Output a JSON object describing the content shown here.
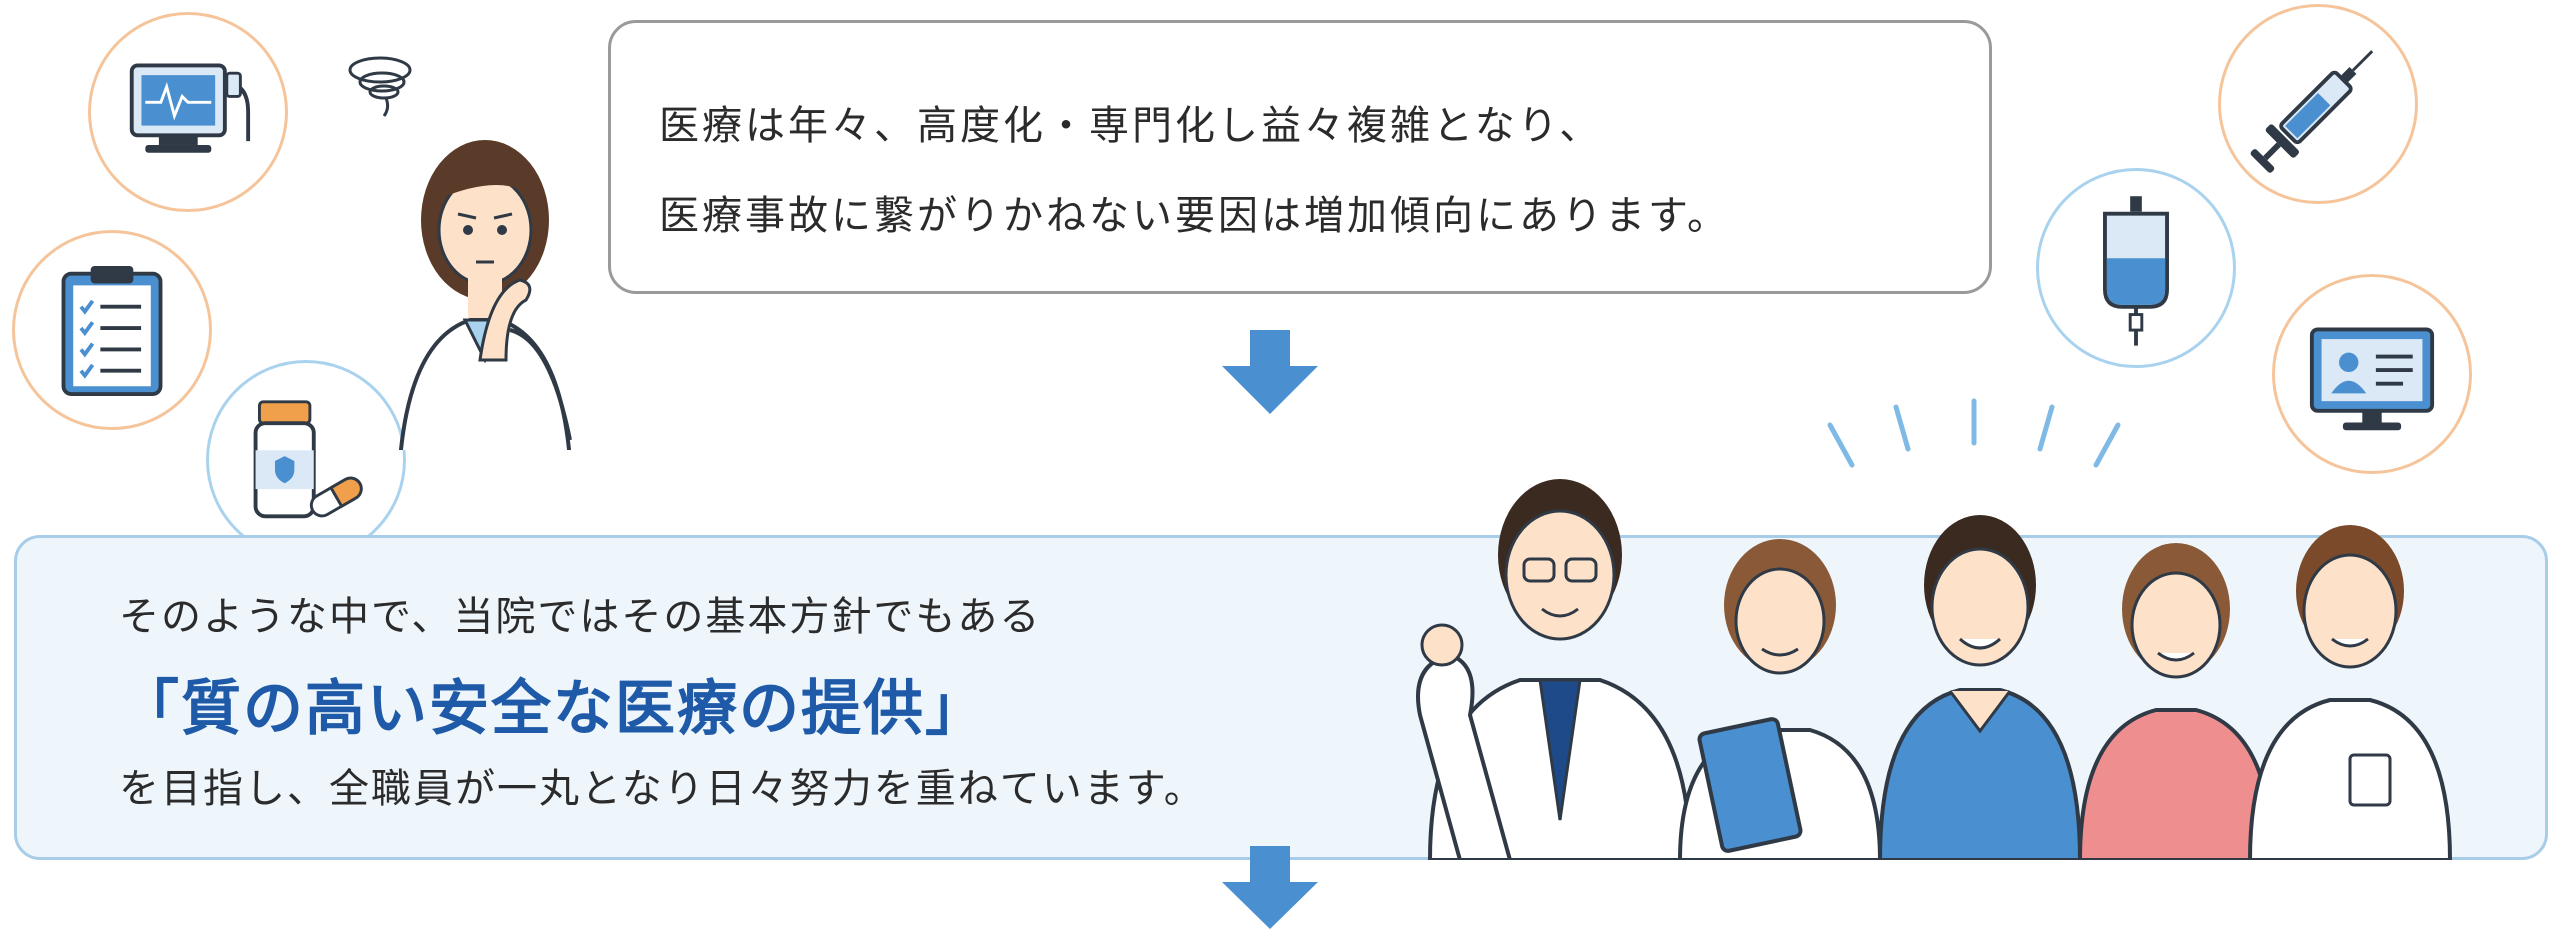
{
  "top_bubble": {
    "line1": "医療は年々、高度化・専門化し益々複雑となり、",
    "line2": "医療事故に繋がりかねない要因は増加傾向にあります。"
  },
  "panel": {
    "line1": "そのような中で、当院ではその基本方針でもある",
    "highlight": "「質の高い安全な医療の提供」",
    "line3": "を目指し、全職員が一丸となり日々努力を重ねています。"
  },
  "colors": {
    "accent_blue": "#4a90d0",
    "highlight_text": "#1e5aa8",
    "panel_bg": "#eef6fc",
    "panel_border": "#a8cde9",
    "orange_ring": "#f5c49a",
    "blue_ring": "#a9d2ef"
  },
  "icons": [
    "monitor-icon",
    "clipboard-icon",
    "medicine-bottle-icon",
    "syringe-icon",
    "iv-bag-icon",
    "patient-record-icon"
  ]
}
